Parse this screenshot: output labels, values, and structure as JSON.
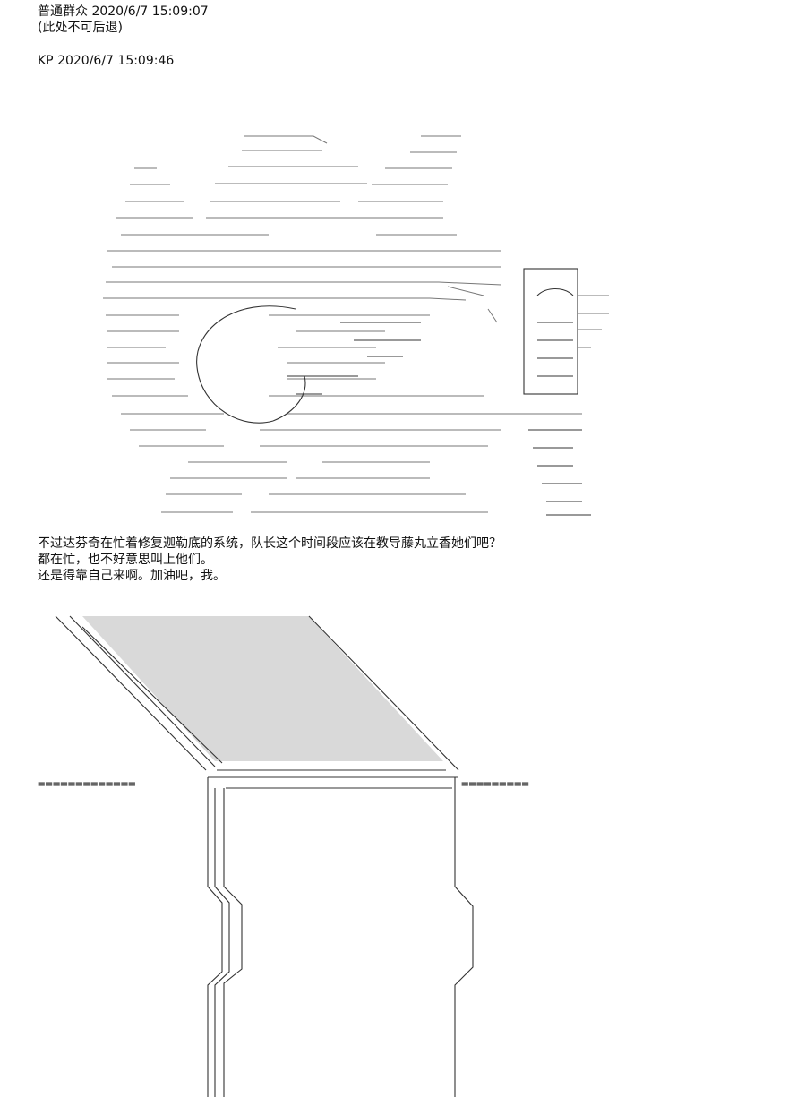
{
  "posts": [
    {
      "author": "普通群众",
      "timestamp": "2020/6/7 15:09:07",
      "body": "(此处不可后退)"
    },
    {
      "author": "KP",
      "timestamp": "2020/6/7 15:09:46",
      "lines": [
        "不过达芬奇在忙着修复迦勒底的系统，队长这个时间段应该在教导藤丸立香她们吧？",
        "都在忙，也不好意思叫上他们。",
        "还是得靠自己来啊。加油吧，我。"
      ]
    }
  ],
  "art": {
    "character_illustration": "ascii-art-character",
    "table_illustration": "ascii-art-table",
    "table_edge_left": "=============",
    "table_edge_right": "========="
  }
}
